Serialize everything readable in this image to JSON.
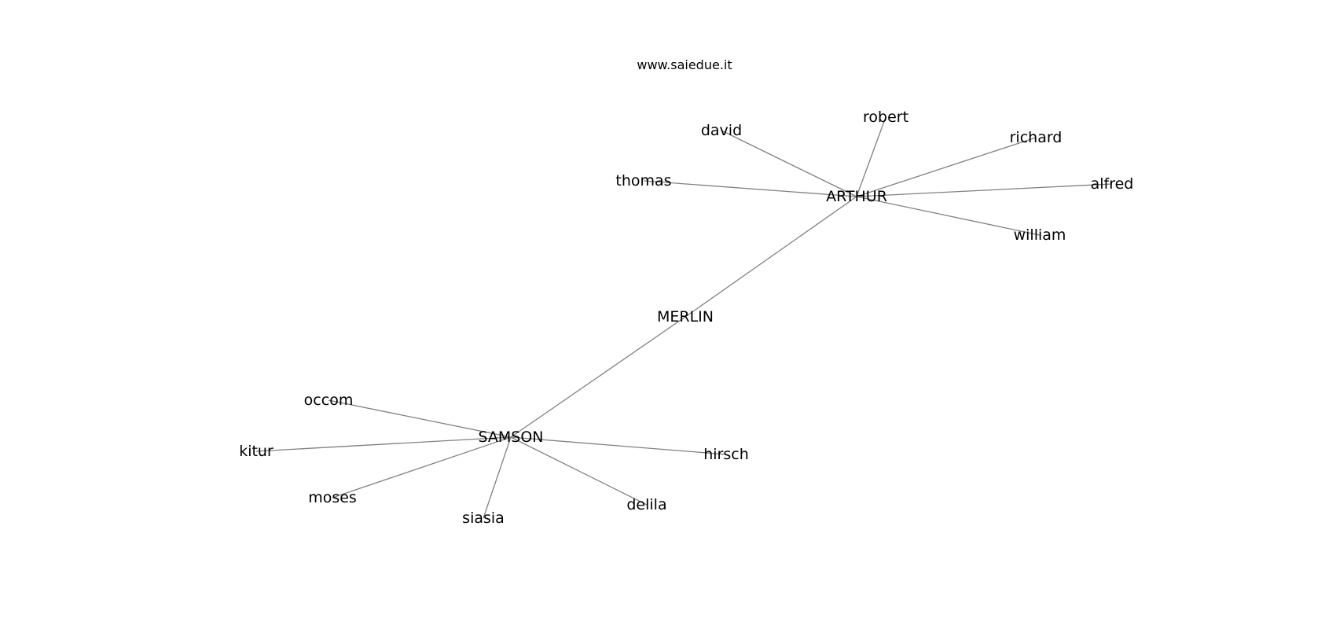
{
  "watermark": "www.saiedue.it",
  "colors": {
    "background": "#ffffff",
    "edge": "#808080",
    "label": "#000000"
  },
  "graph": {
    "nodes": [
      {
        "id": "MERLIN"
      },
      {
        "id": "ARTHUR"
      },
      {
        "id": "SAMSON"
      },
      {
        "id": "david"
      },
      {
        "id": "robert"
      },
      {
        "id": "richard"
      },
      {
        "id": "thomas"
      },
      {
        "id": "alfred"
      },
      {
        "id": "william"
      },
      {
        "id": "occom"
      },
      {
        "id": "kitur"
      },
      {
        "id": "moses"
      },
      {
        "id": "siasia"
      },
      {
        "id": "delila"
      },
      {
        "id": "hirsch"
      }
    ],
    "edges": [
      [
        "MERLIN",
        "ARTHUR"
      ],
      [
        "MERLIN",
        "SAMSON"
      ],
      [
        "ARTHUR",
        "david"
      ],
      [
        "ARTHUR",
        "robert"
      ],
      [
        "ARTHUR",
        "richard"
      ],
      [
        "ARTHUR",
        "thomas"
      ],
      [
        "ARTHUR",
        "alfred"
      ],
      [
        "ARTHUR",
        "william"
      ],
      [
        "SAMSON",
        "occom"
      ],
      [
        "SAMSON",
        "kitur"
      ],
      [
        "SAMSON",
        "moses"
      ],
      [
        "SAMSON",
        "siasia"
      ],
      [
        "SAMSON",
        "delila"
      ],
      [
        "SAMSON",
        "hirsch"
      ]
    ]
  }
}
